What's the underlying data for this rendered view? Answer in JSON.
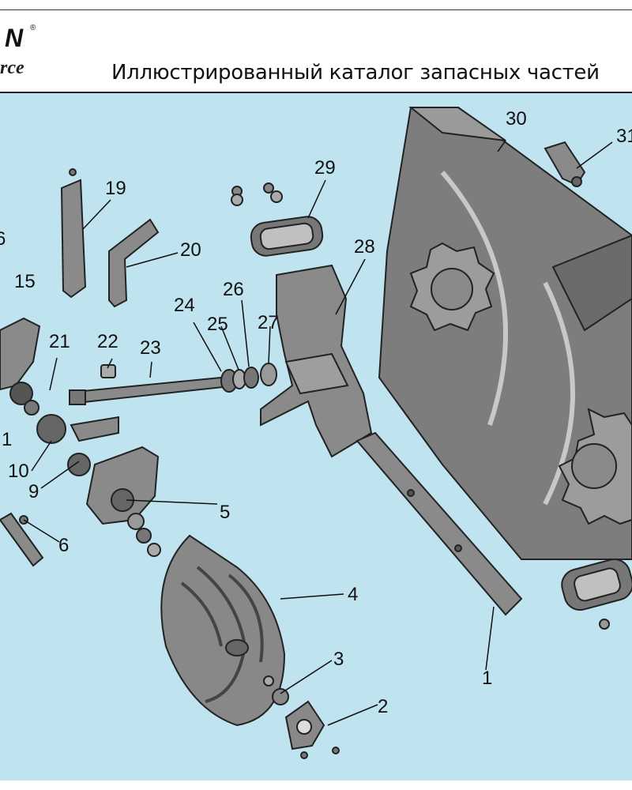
{
  "header": {
    "logo_letter": "N",
    "logo_tagline": "rce",
    "title": "Иллюстрированный каталог запасных частей"
  },
  "colors": {
    "background": "#bfe3ef",
    "part_fill": "#8a8a8a",
    "part_dark": "#555555",
    "leader": "#111111"
  },
  "callouts": [
    "1",
    "2",
    "3",
    "4",
    "5",
    "6",
    "9",
    "10",
    "1",
    "15",
    "6",
    "19",
    "20",
    "21",
    "22",
    "23",
    "24",
    "25",
    "26",
    "27",
    "28",
    "29",
    "30",
    "31"
  ]
}
